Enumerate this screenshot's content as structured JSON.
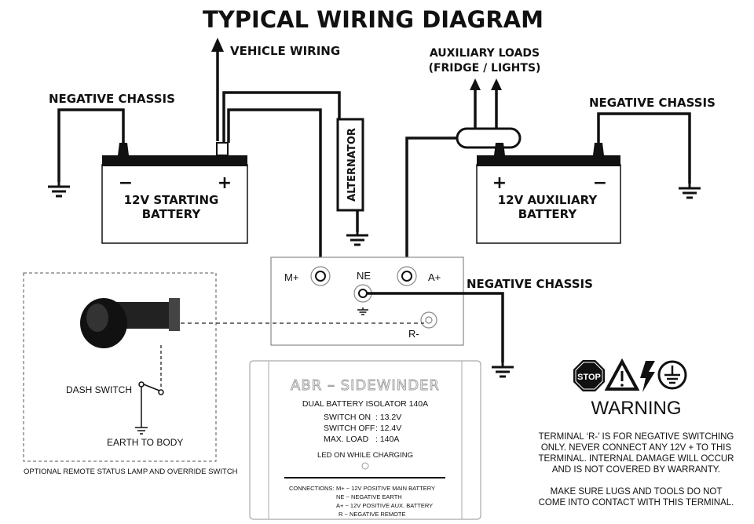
{
  "title": "TYPICAL WIRING DIAGRAM",
  "labels": {
    "vehicle_wiring": "VEHICLE WIRING",
    "negative_chassis_left": "NEGATIVE CHASSIS",
    "negative_chassis_right": "NEGATIVE CHASSIS",
    "negative_chassis_isolator": "NEGATIVE CHASSIS",
    "auxiliary_loads": "AUXILIARY LOADS",
    "auxiliary_loads_sub": "(FRIDGE / LIGHTS)",
    "alternator": "ALTERNATOR"
  },
  "starting_battery": {
    "line1": "12V STARTING",
    "line2": "BATTERY",
    "neg": "−",
    "pos": "+"
  },
  "auxiliary_battery": {
    "line1": "12V AUXILIARY",
    "line2": "BATTERY",
    "neg": "−",
    "pos": "+"
  },
  "isolator_terminals": {
    "m": "M+",
    "ne": "NE",
    "a": "A+",
    "r": "R-"
  },
  "remote": {
    "dash_switch": "DASH SWITCH",
    "earth": "EARTH TO BODY",
    "caption": "OPTIONAL REMOTE STATUS LAMP AND OVERRIDE SWITCH"
  },
  "label_plate": {
    "brand": "ABR – SIDEWINDER",
    "product": "DUAL BATTERY ISOLATOR 140A",
    "specs": [
      {
        "k": "SWITCH ON",
        "v": ": 13.2V"
      },
      {
        "k": "SWITCH OFF",
        "v": ": 12.4V"
      },
      {
        "k": "MAX. LOAD",
        "v": ": 140A"
      }
    ],
    "led": "LED ON WHILE CHARGING",
    "connections_label": "CONNECTIONS:",
    "connections": [
      "M+ ~ 12V POSITIVE MAIN BATTERY",
      "NE ~ NEGATIVE EARTH",
      "A+ ~ 12V POSITIVE AUX. BATTERY",
      "R  ~ NEGATIVE REMOTE"
    ]
  },
  "warning": {
    "stop_sign": "STOP",
    "heading": "WARNING",
    "para1": [
      "TERMINAL ‘R-’ IS FOR NEGATIVE SWITCHING",
      "ONLY. NEVER CONNECT ANY 12V + TO THIS",
      "TERMINAL. INTERNAL DAMAGE WILL OCCUR",
      "AND IS NOT COVERED BY WARRANTY."
    ],
    "para2": [
      "MAKE SURE LUGS AND TOOLS DO NOT",
      "COME INTO CONTACT WITH THIS TERMINAL."
    ]
  }
}
